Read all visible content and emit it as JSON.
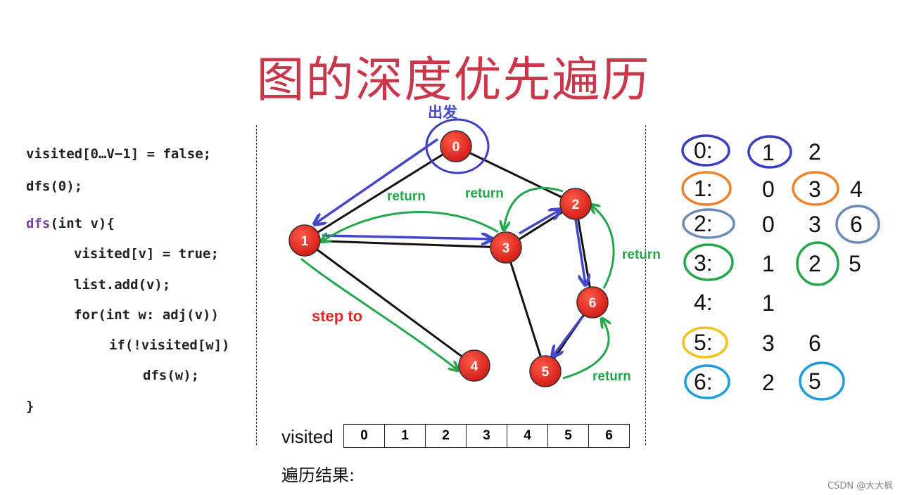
{
  "title": "图的深度优先遍历",
  "code": {
    "line1": "visited[0…V−1] = false;",
    "line2": "dfs(0);",
    "line3_fn": "dfs",
    "line3_rest": "(int v){",
    "line4": "visited[v] = true;",
    "line5": "list.add(v);",
    "line6": "for(int w: adj(v))",
    "line7": "if(!visited[w])",
    "line8": "dfs(w);",
    "line9": "}"
  },
  "graph": {
    "start_label": "出发",
    "step_label": "step to",
    "return_label": "return",
    "nodes": [
      {
        "id": "0",
        "label": "0"
      },
      {
        "id": "1",
        "label": "1"
      },
      {
        "id": "2",
        "label": "2"
      },
      {
        "id": "3",
        "label": "3"
      },
      {
        "id": "4",
        "label": "4"
      },
      {
        "id": "5",
        "label": "5"
      },
      {
        "id": "6",
        "label": "6"
      }
    ],
    "edges": [
      [
        "0",
        "1"
      ],
      [
        "0",
        "2"
      ],
      [
        "1",
        "3"
      ],
      [
        "1",
        "4"
      ],
      [
        "2",
        "3"
      ],
      [
        "2",
        "6"
      ],
      [
        "3",
        "5"
      ],
      [
        "5",
        "6"
      ]
    ],
    "colors": {
      "node": "#e02a22",
      "blue": "#4347c8",
      "green": "#22a84a",
      "red_text": "#e02a22"
    }
  },
  "adjacency": [
    {
      "head": "0:",
      "items": [
        "1",
        "2"
      ]
    },
    {
      "head": "1:",
      "items": [
        "0",
        "3",
        "4"
      ]
    },
    {
      "head": "2:",
      "items": [
        "0",
        "3",
        "6"
      ]
    },
    {
      "head": "3:",
      "items": [
        "1",
        "2",
        "5"
      ]
    },
    {
      "head": "4:",
      "items": [
        "1"
      ]
    },
    {
      "head": "5:",
      "items": [
        "3",
        "6"
      ]
    },
    {
      "head": "6:",
      "items": [
        "2",
        "5"
      ]
    }
  ],
  "circle_colors": {
    "blue": "#3a3ec2",
    "orange": "#f0802a",
    "steel": "#6d8bb8",
    "green": "#22a84a",
    "yellow": "#f2c21a",
    "cyan": "#1a9ede"
  },
  "visited": {
    "label": "visited",
    "cells": [
      "0",
      "1",
      "2",
      "3",
      "4",
      "5",
      "6"
    ]
  },
  "result_label": "遍历结果:",
  "watermark": "CSDN @大大枫"
}
